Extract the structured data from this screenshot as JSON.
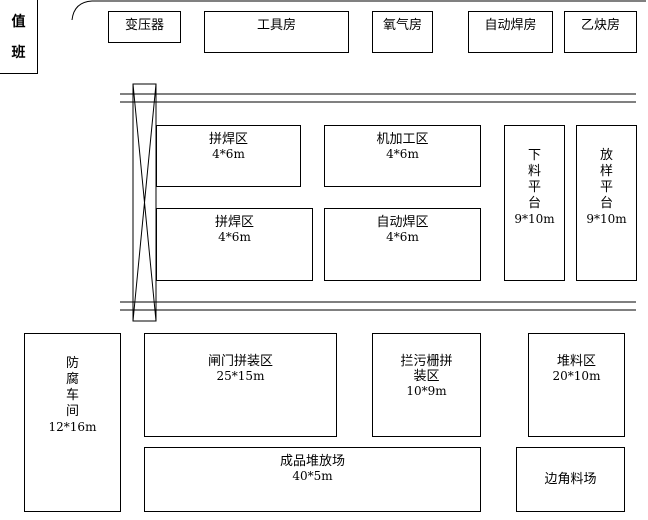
{
  "duty_room": {
    "line1": "值",
    "line2": "班"
  },
  "top_rooms": [
    "变压器",
    "工具房",
    "氧气房",
    "自动焊房",
    "乙炔房"
  ],
  "welding_1": {
    "name": "拼焊区",
    "dims": "4*6m"
  },
  "machining": {
    "name": "机加工区",
    "dims": "4*6m"
  },
  "blanking_platform": {
    "name": "下料平台",
    "dims": "9*10m"
  },
  "lofting_platform": {
    "name": "放样平台",
    "dims": "9*10m"
  },
  "welding_2": {
    "name": "拼焊区",
    "dims": "4*6m"
  },
  "auto_welding": {
    "name": "自动焊区",
    "dims": "4*6m"
  },
  "anticorrosion": {
    "name": "防腐车间",
    "dims": "12*16m"
  },
  "gate_assembly": {
    "name": "闸门拼装区",
    "dims": "25*15m"
  },
  "trash_rack": {
    "name": "拦污栅拼装区",
    "dims": "10*9m"
  },
  "stockpile": {
    "name": "堆料区",
    "dims": "20*10m"
  },
  "finished_storage": {
    "name": "成品堆放场",
    "dims": "40*5m"
  },
  "scrap_yard": {
    "name": "边角料场"
  }
}
